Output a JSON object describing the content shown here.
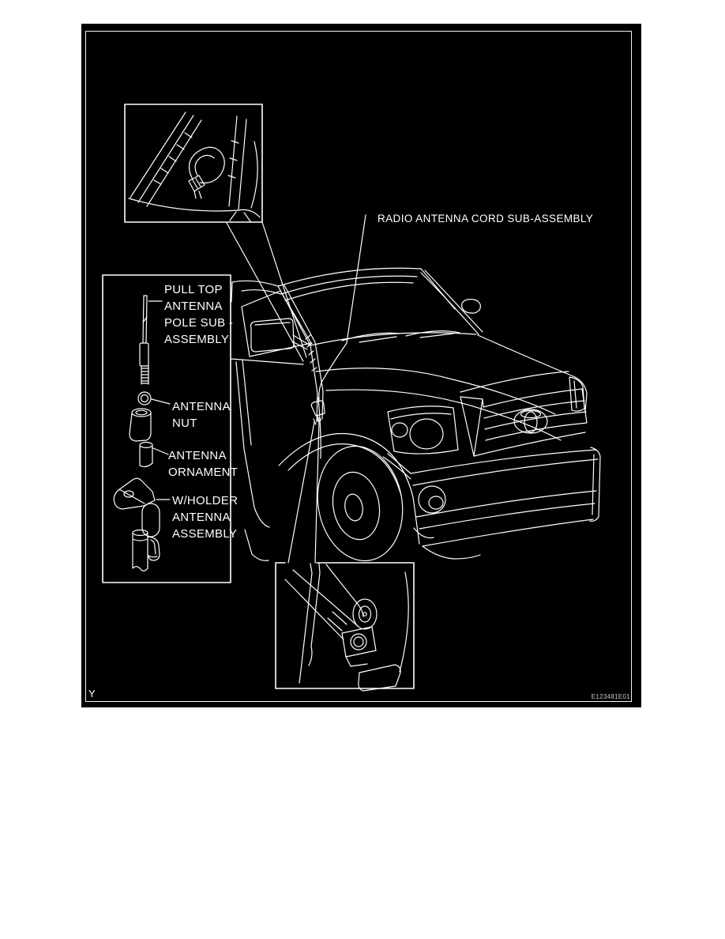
{
  "colors": {
    "page_background": "#ffffff",
    "diagram_background": "#000000",
    "line_ink": "#ffffff",
    "figure_code_ink": "#c9c9c9"
  },
  "diagram": {
    "corner_label": "Y",
    "figure_code": "E123481E01",
    "callouts": {
      "radio_antenna_cord": "RADIO ANTENNA CORD SUB-ASSEMBLY",
      "pull_top_pole": "PULL TOP\nANTENNA\nPOLE SUB -\nASSEMBLY",
      "antenna_nut": "ANTENNA\nNUT",
      "antenna_ornament": "ANTENNA\nORNAMENT",
      "holder_antenna": "W/HOLDER\nANTENNA\nASSEMBLY"
    }
  }
}
